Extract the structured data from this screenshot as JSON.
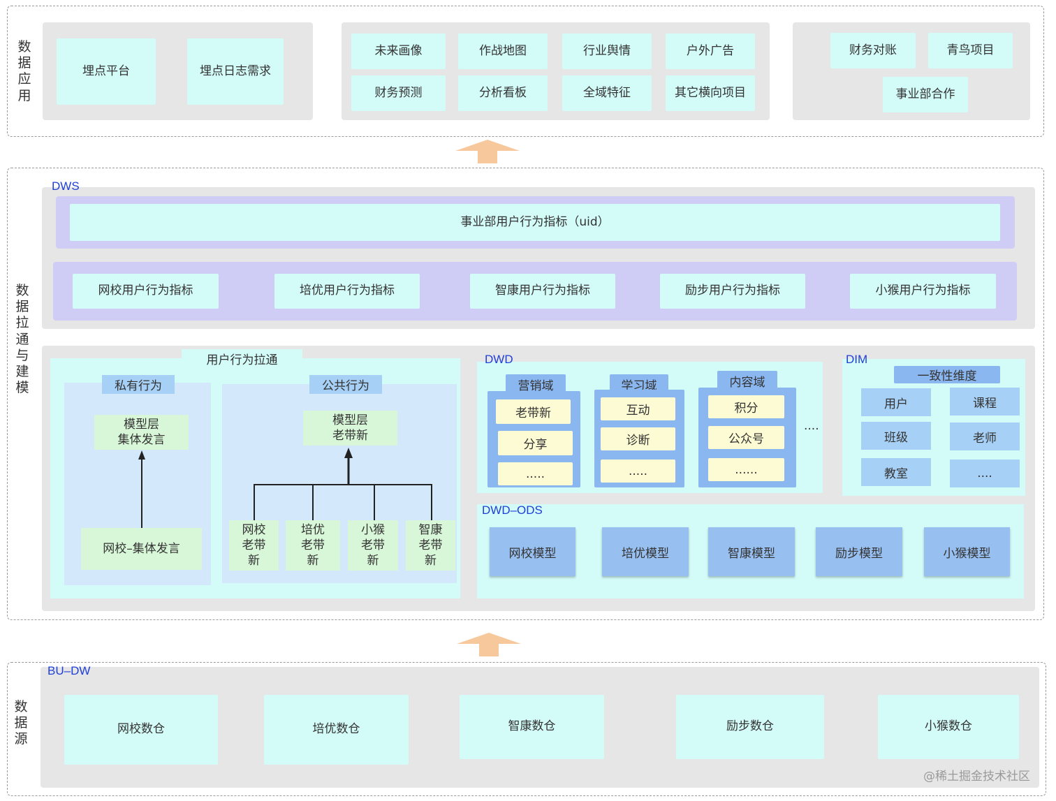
{
  "app_layer": {
    "label": [
      "数",
      "据",
      "应",
      "用"
    ],
    "group1": [
      "埋点平台",
      "埋点日志需求"
    ],
    "group2": [
      "未来画像",
      "作战地图",
      "行业舆情",
      "户外广告",
      "财务预测",
      "分析看板",
      "全域特征",
      "其它横向项目"
    ],
    "group3": [
      "财务对账",
      "青鸟项目",
      "事业部合作"
    ]
  },
  "model_layer": {
    "label": [
      "数",
      "据",
      "拉",
      "通",
      "与",
      "建",
      "模"
    ],
    "dws": {
      "tag": "DWS",
      "top": "事业部用户行为指标（uid）",
      "items": [
        "网校用户行为指标",
        "培优用户行为指标",
        "智康用户行为指标",
        "励步用户行为指标",
        "小猴用户行为指标"
      ]
    },
    "behavior": {
      "title": "用户行为拉通",
      "private": {
        "title": "私有行为",
        "model": "模型层\n集体发言",
        "source": "网校–集体发言"
      },
      "public": {
        "title": "公共行为",
        "model": "模型层\n老带新",
        "sources": [
          "网校\n老带\n新",
          "培优\n老带\n新",
          "小猴\n老带\n新",
          "智康\n老带\n新"
        ]
      }
    },
    "dwd": {
      "tag": "DWD",
      "domains": [
        {
          "name": "营销域",
          "items": [
            "老带新",
            "分享",
            "....."
          ]
        },
        {
          "name": "学习域",
          "items": [
            "互动",
            "诊断",
            "....."
          ]
        },
        {
          "name": "内容域",
          "items": [
            "积分",
            "公众号",
            "......"
          ]
        }
      ],
      "more": "...."
    },
    "dim": {
      "tag": "DIM",
      "title": "一致性维度",
      "items": [
        "用户",
        "课程",
        "班级",
        "老师",
        "教室",
        "...."
      ]
    },
    "ods": {
      "tag": "DWD–ODS",
      "items": [
        "网校模型",
        "培优模型",
        "智康模型",
        "励步模型",
        "小猴模型"
      ]
    }
  },
  "source_layer": {
    "label": [
      "数",
      "据",
      "源"
    ],
    "tag": "BU–DW",
    "items": [
      "网校数仓",
      "培优数仓",
      "智康数仓",
      "励步数仓",
      "小猴数仓"
    ]
  },
  "watermark": "@稀土掘金技术社区",
  "colors": {
    "tag_blue": "#1f3fd6",
    "arrow": "#f7c89b",
    "cyan": "#d3fbf8",
    "lavender": "#cfcdf5"
  }
}
